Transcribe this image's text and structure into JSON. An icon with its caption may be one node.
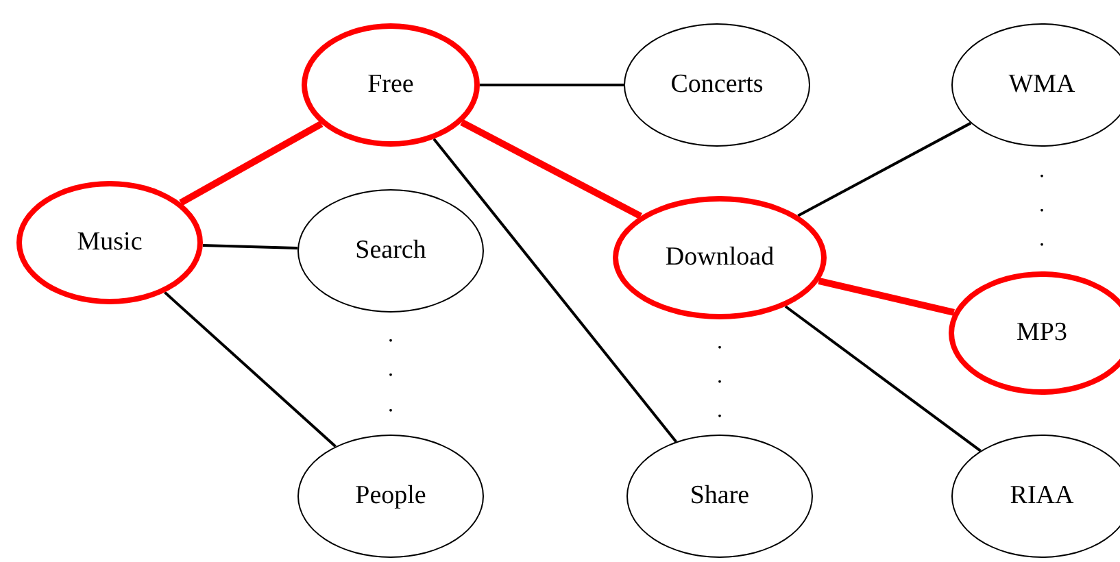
{
  "diagram": {
    "nodes": [
      {
        "text": [
          "Music"
        ]
      },
      {
        "text": [
          "Free"
        ]
      },
      {
        "text": [
          "Search"
        ]
      },
      {
        "text": [
          "People"
        ]
      },
      {
        "text": [
          "Concerts"
        ]
      },
      {
        "text": [
          "Download"
        ]
      },
      {
        "text": [
          "Share"
        ]
      },
      {
        "text": [
          "WMA"
        ]
      },
      {
        "text": [
          "MP3"
        ]
      },
      {
        "text": [
          "RIAA"
        ]
      }
    ],
    "edges": [
      {
        "from": 0,
        "to": 1,
        "arrow": "none",
        "style": "thick",
        "color": "#ff0000"
      },
      {
        "from": 0,
        "to": 2,
        "arrow": "none"
      },
      {
        "from": 0,
        "to": 3,
        "arrow": "none"
      },
      {
        "from": 1,
        "to": 4,
        "arrow": "none"
      },
      {
        "from": 1,
        "to": 5,
        "arrow": "none",
        "style": "thick",
        "color": "#ff0000"
      },
      {
        "from": 1,
        "to": 6,
        "arrow": "none"
      },
      {
        "from": 5,
        "to": 7,
        "arrow": "none"
      },
      {
        "from": 5,
        "to": 8,
        "arrow": "none",
        "style": "thick",
        "color": "#ff0000"
      },
      {
        "from": 5,
        "to": 9,
        "arrow": "none"
      }
    ],
    "labels": [
      ".",
      ".",
      ".",
      ".",
      ".",
      ".",
      ".",
      ".",
      "."
    ]
  }
}
